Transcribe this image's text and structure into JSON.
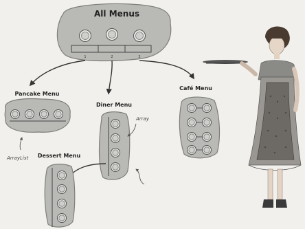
{
  "labels": {
    "all_menus": "All Menus",
    "pancake_menu": "Pancake Menu",
    "diner_menu": "Diner Menu",
    "cafe_menu": "Café Menu",
    "dessert_menu": "Dessert Menu"
  },
  "annotations": {
    "array": "Array",
    "arraylist": "ArrayList"
  },
  "indices": [
    "1",
    "2",
    "3"
  ],
  "icons": {
    "plate": "plate-icon",
    "waitress": "waitress-illustration"
  }
}
